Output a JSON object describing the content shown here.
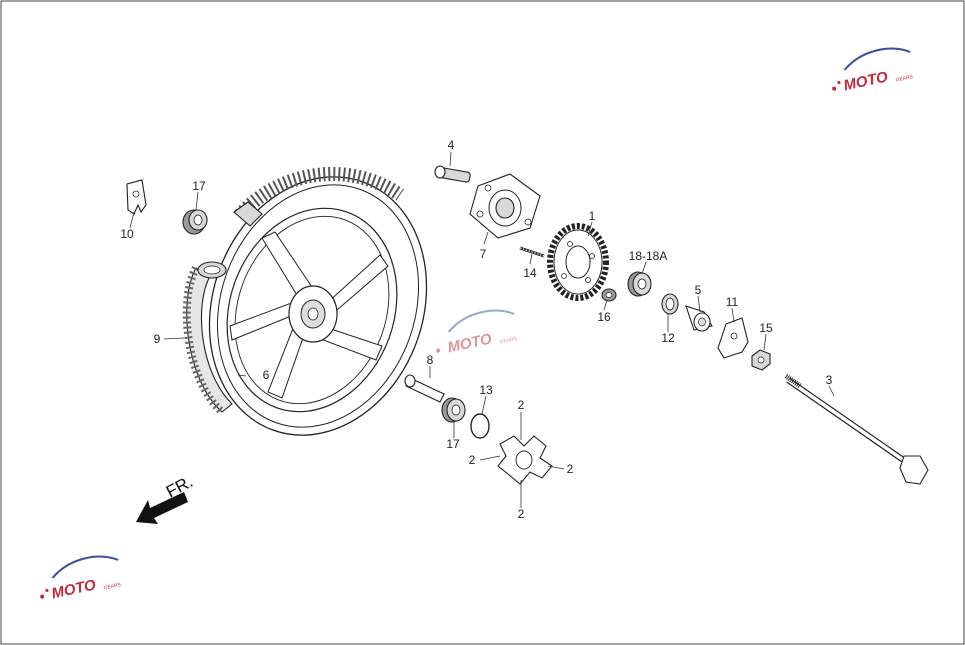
{
  "labels": {
    "p1": "1",
    "p2a": "2",
    "p2b": "2",
    "p2c": "2",
    "p2d": "2",
    "p3": "3",
    "p4": "4",
    "p5": "5",
    "p6": "6",
    "p7": "7",
    "p8": "8",
    "p9": "9",
    "p10": "10",
    "p11": "11",
    "p12": "12",
    "p13": "13",
    "p14": "14",
    "p15": "15",
    "p16": "16",
    "p17a": "17",
    "p17b": "17",
    "p18": "18-18A"
  },
  "direction_label": "FR.",
  "watermark": {
    "text": "MOTO",
    "sub": "GEARS"
  },
  "colors": {
    "line": "#222222",
    "watermark": "#c8283c",
    "watermark_blue": "#3a4fa0"
  }
}
